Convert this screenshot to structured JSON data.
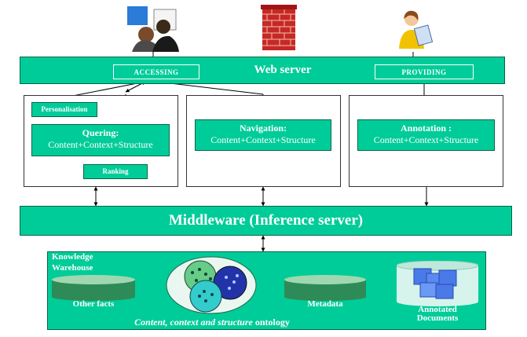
{
  "top_bar": {
    "title": "Web server",
    "accessing": "ACCESSING",
    "providing": "PROVIDING"
  },
  "query_panel": {
    "personalisation": "Personalisation",
    "quering_title": "Quering:",
    "quering_sub": "Content+Context+Structure",
    "ranking": "Ranking"
  },
  "navigation_panel": {
    "title": "Navigation:",
    "sub": "Content+Context+Structure"
  },
  "annotation_panel": {
    "title": "Annotation :",
    "sub": "Content+Context+Structure"
  },
  "middleware": {
    "title": "Middleware (Inference server)"
  },
  "warehouse": {
    "title_line1": "Knowledge",
    "title_line2": "Warehouse",
    "other_facts": "Other facts",
    "metadata": "Metadata",
    "annotated_line1": "Annotated",
    "annotated_line2": "Documents",
    "ontology_italic": "Content, context and structure",
    "ontology_rest": " ontology"
  },
  "colors": {
    "accent": "#00cc99",
    "accent_dark": "#006644"
  }
}
